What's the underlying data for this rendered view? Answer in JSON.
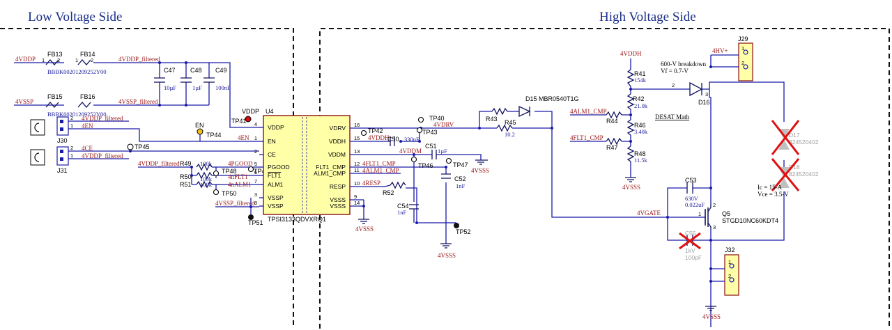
{
  "headers": {
    "low": "Low Voltage Side",
    "high": "High Voltage Side"
  },
  "nets": {
    "vddp": "4VDDP",
    "vddp_f": "4VDDP_filtered",
    "vssp": "4VSSP",
    "vssp_f": "4VSSP_filtered",
    "en_top": "4EN",
    "vddp_f_j30": "4VDDP_filtered",
    "en_mid": "4EN",
    "ce": "4CE",
    "vddp_f_j31": "4VDDP_filtered",
    "vddp_f_r49": "4VDDP_filtered",
    "pgood": "4PGOOD",
    "nflt1": "4nFLT1",
    "nalm1": "4nALM1",
    "vssp_f_u4": "4VSSP_filtered",
    "vdrv": "4VDRV",
    "vddh": "4VDDH",
    "vddm": "4VDDM",
    "flt1_cmp": "4FLT1_CMP",
    "alm1_cmp": "4ALM1_CMP",
    "resp": "4RESP",
    "vddh_top": "4VDDH",
    "alm1_cmp_r": "4ALM1_CMP",
    "flt1_cmp_r": "4FLT1_CMP",
    "hv_plus": "4HV+",
    "vgate": "4VGATE",
    "vdd_tp41": "VDDP",
    "en_tp44": "EN"
  },
  "grounds": {
    "g1": "4VSSS",
    "g2": "4VSSS",
    "g3": "4VSSS",
    "g4": "4VSSS",
    "g5": "4VSSS"
  },
  "refs": {
    "fb13": "FB13",
    "fb14": "FB14",
    "fb15": "FB15",
    "fb16": "FB16",
    "fb_part_1": "BBBK00201209252Y00",
    "fb_part_2": "BBBK00201209252Y00",
    "c47": "C47",
    "c48": "C48",
    "c49": "C49",
    "c47v": "10µF",
    "c48v": "1µF",
    "c49v": "100nF",
    "j30": "J30",
    "j31": "J31",
    "u4": "U4",
    "u4part": "TPSI3133QDVXRQ1",
    "tp41": "TP41",
    "tp44": "TP44",
    "tp45": "TP45",
    "tp48": "TP48",
    "tp4": "TP4",
    "tp50": "TP50",
    "tp51": "TP51",
    "tp42": "TP42",
    "tp40": "TP40",
    "tp43": "TP43",
    "tp46": "TP46",
    "tp47": "TP47",
    "tp52": "TP52",
    "r49": "R49",
    "r50": "R50",
    "r51": "R51",
    "r49v": "100k",
    "r50v": "100k",
    "r51v": "100k",
    "c50": "C50",
    "c50v": "330nF",
    "c51": "C51",
    "c51v": "1µF",
    "c52": "C52",
    "c52v": "1nF",
    "c54": "C54",
    "c54v": "1nF",
    "r52": "R52",
    "r43": "R43",
    "r45": "R45",
    "r45v": "10.2",
    "d15": "D15 MBR0540T1G",
    "r41": "R41",
    "r41v": "154k",
    "r42": "R42",
    "r42v": "21.0k",
    "r46": "R46",
    "r46v": "3.40k",
    "r48": "R48",
    "r48v": "11.5k",
    "r44": "R44",
    "r47": "R47",
    "j29": "J29",
    "j32": "J32",
    "d16": "D16",
    "c53": "C53",
    "c53v1": "630V",
    "c53v2": "0.022uF",
    "q5": "Q5",
    "q5part": "STGD10NC60KDT4",
    "c55": "C55",
    "c55v1": "1kV",
    "c55v2": "100pF",
    "d17": "D17",
    "d17v": "824520402",
    "d18": "D18",
    "d18v": "824520402"
  },
  "u4_pins_left": [
    {
      "num": "4",
      "name": "VDDP"
    },
    {
      "num": "1",
      "name": "EN"
    },
    {
      "num": "2",
      "name": "CE"
    },
    {
      "num": "5",
      "name": "PGOOD"
    },
    {
      "num": "6",
      "name": "FLT1"
    },
    {
      "num": "7",
      "name": "ALM1"
    },
    {
      "num": "3",
      "name": "VSSP"
    },
    {
      "num": "8",
      "name": "VSSP"
    }
  ],
  "u4_pins_right": [
    {
      "num": "16",
      "name": "VDRV"
    },
    {
      "num": "15",
      "name": "VDDH"
    },
    {
      "num": "13",
      "name": "VDDM"
    },
    {
      "num": "12",
      "name": "FLT1_CMP"
    },
    {
      "num": "11",
      "name": "ALM1_CMP"
    },
    {
      "num": "10",
      "name": "RESP"
    },
    {
      "num": "9",
      "name": "VSSS"
    },
    {
      "num": "14",
      "name": "VSSS"
    }
  ],
  "notes": {
    "breakdown": "600-V breakdown",
    "vf": "Vf = 0.7-V",
    "desat": "DESAT Math",
    "ic": "Ic = 15-A",
    "vce": "Vce = 3.5-V"
  },
  "colors": {
    "wire": "#1a1aa8",
    "net": "#9a1414",
    "body": "#ffffa8",
    "testpoint_red": "#d01010",
    "testpoint_yellow": "#f0c020",
    "dnp_cross": "#e01010"
  }
}
